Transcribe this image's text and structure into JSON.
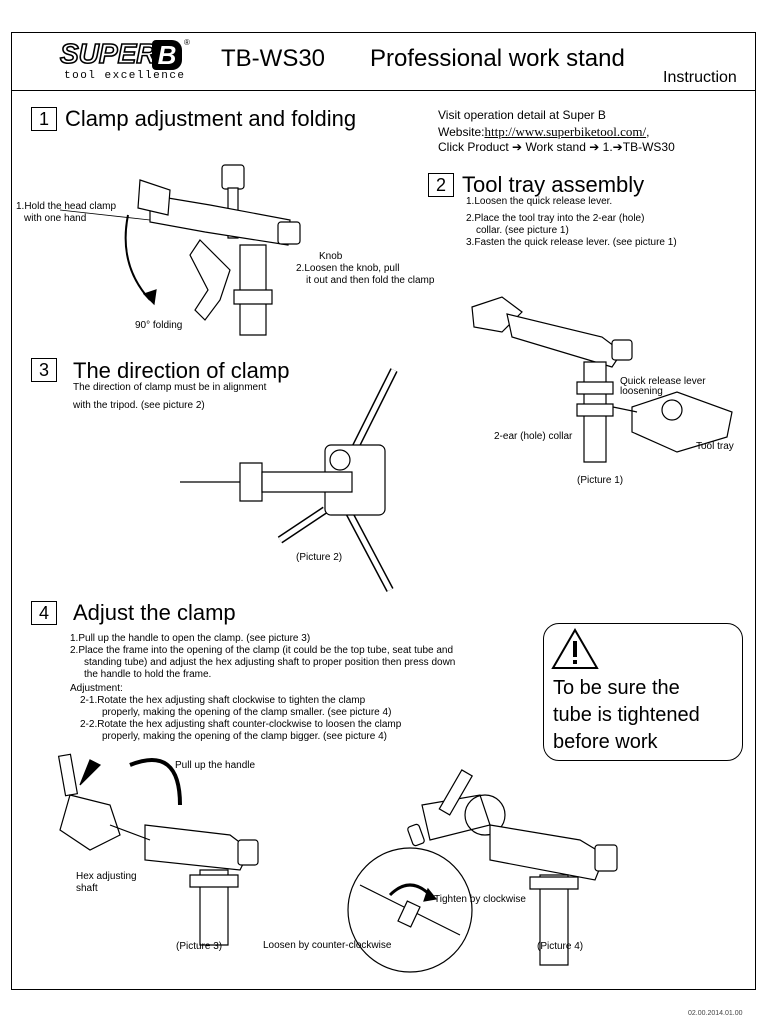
{
  "header": {
    "logo_text": "SUPER B",
    "logo_letter": "B",
    "logo_super": "SUPER",
    "logo_reg": "®",
    "logo_sub": "tool excellence",
    "model": "TB-WS30",
    "title": "Professional work stand",
    "subtitle": "Instruction"
  },
  "visit": {
    "line1": "Visit operation detail at Super B",
    "website_label": "Website:",
    "url": "http://www.superbiketool.com/",
    "url_suffix": ",",
    "click_product": "Click Product",
    "work_stand": "Work stand",
    "step": "1.",
    "model": "TB-WS30"
  },
  "section1": {
    "number": "1",
    "title": "Clamp adjustment and folding",
    "hold_1": "1.Hold the head clamp",
    "hold_2": "with one hand",
    "knob": "Knob",
    "loosen_1": "2.Loosen the knob, pull",
    "loosen_2": "it out and then fold the clamp",
    "folding": "90° folding"
  },
  "section2": {
    "number": "2",
    "title": "Tool tray assembly",
    "step1": "1.Loosen the quick release lever.",
    "step2a": "2.Place the tool tray into the 2-ear (hole)",
    "step2b": "collar. (see picture 1)",
    "step3": "3.Fasten the quick release lever. (see picture 1)",
    "label_qr1": "Quick release lever",
    "label_qr2": "loosening",
    "label_collar": "2-ear (hole) collar",
    "label_tray": "Tool tray",
    "caption": "(Picture 1)"
  },
  "section3": {
    "number": "3",
    "title": "The direction of clamp",
    "desc1": "The direction of clamp must be in alignment",
    "desc2": "with the tripod. (see picture 2)",
    "caption": "(Picture 2)"
  },
  "section4": {
    "number": "4",
    "title": "Adjust the clamp",
    "l1": "1.Pull up the handle to open the clamp. (see picture 3)",
    "l2": "2.Place the frame into the opening of the clamp (it could be the top tube, seat tube and",
    "l3": "standing tube) and adjust the hex adjusting shaft to proper position then press down",
    "l4": "the handle to hold the frame.",
    "l5": "Adjustment:",
    "l6": "2-1.Rotate the hex adjusting shaft clockwise to tighten the clamp",
    "l7": "properly, making the opening of the clamp smaller. (see picture 4)",
    "l8": "2-2.Rotate the hex adjusting shaft counter-clockwise to loosen the clamp",
    "l9": "properly, making the opening of the clamp bigger. (see picture 4)",
    "pull_handle": "Pull up the handle",
    "hex_1": "Hex adjusting",
    "hex_2": "shaft",
    "tighten": "Tighten by clockwise",
    "loosen": "Loosen by counter-clockwise",
    "caption3": "(Picture 3)",
    "caption4": "(Picture 4)"
  },
  "warning": {
    "icon": "warning-triangle-icon",
    "line1": "To be sure the",
    "line2": "tube is tightened",
    "line3": "before work"
  },
  "footer": {
    "code": "02.00.2014.01.00"
  }
}
